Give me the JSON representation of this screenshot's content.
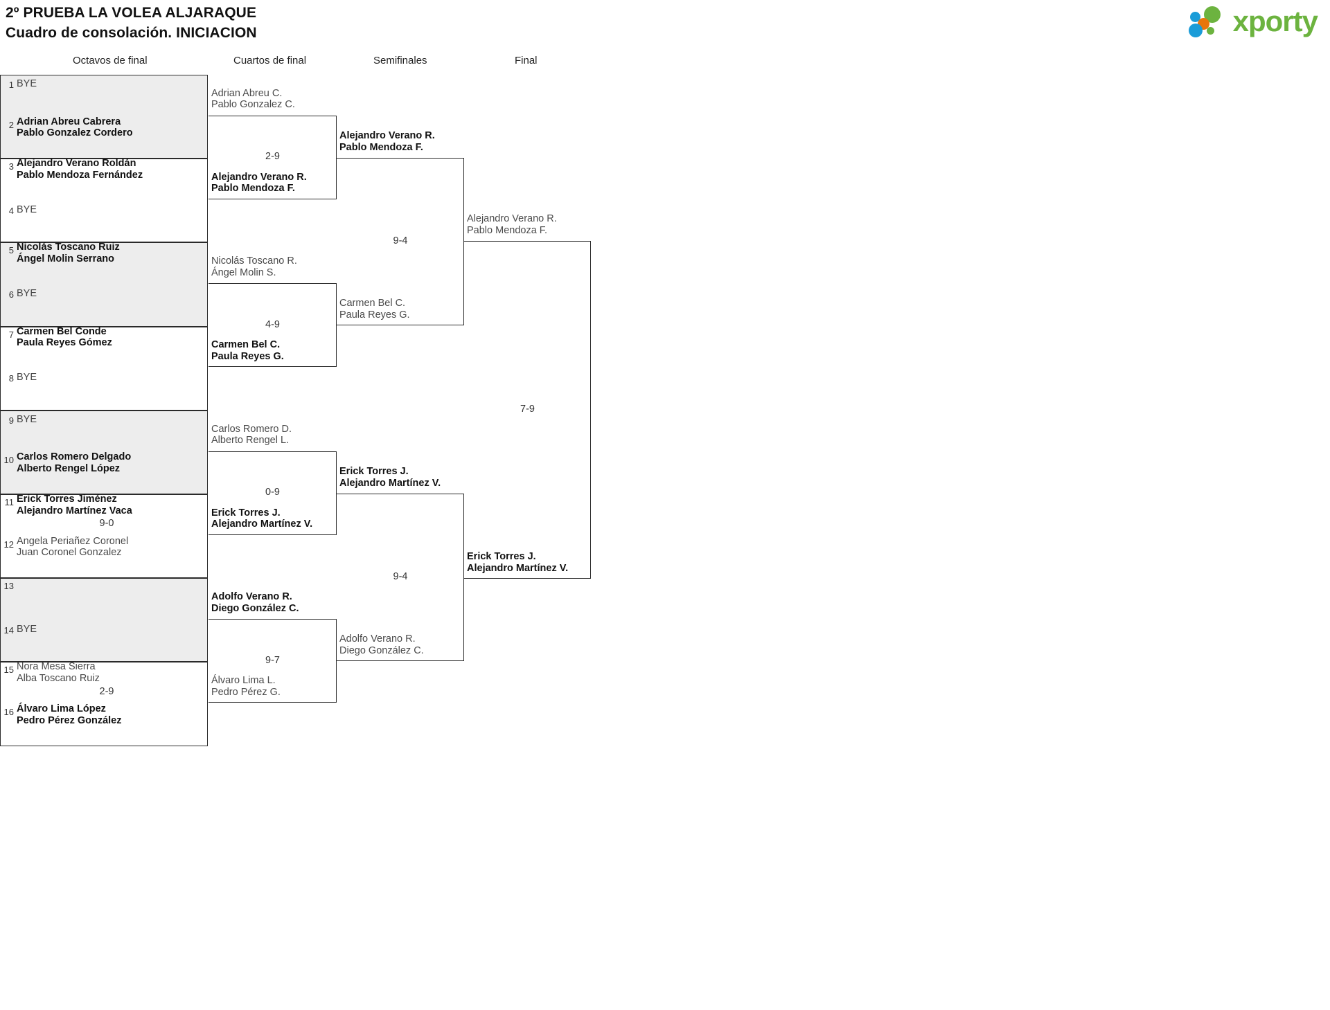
{
  "header": {
    "title_line1": "2º PRUEBA LA VOLEA ALJARAQUE",
    "title_line2": "Cuadro de consolación. INICIACION",
    "logo_text": "xporty"
  },
  "rounds": [
    {
      "label": "Octavos de final"
    },
    {
      "label": "Cuartos de final"
    },
    {
      "label": "Semifinales"
    },
    {
      "label": "Final"
    }
  ],
  "bye_label": "BYE",
  "r1": {
    "entries": [
      {
        "seed": "1",
        "bye": true,
        "p1": "",
        "p2": "",
        "state": "bye"
      },
      {
        "seed": "2",
        "bye": false,
        "p1": "Adrian Abreu Cabrera",
        "p2": "Pablo Gonzalez Cordero",
        "state": "win"
      },
      {
        "seed": "3",
        "bye": false,
        "p1": "Alejandro Verano Roldán",
        "p2": "Pablo Mendoza Fernández",
        "state": "win"
      },
      {
        "seed": "4",
        "bye": true,
        "p1": "",
        "p2": "",
        "state": "bye"
      },
      {
        "seed": "5",
        "bye": false,
        "p1": "Nicolás Toscano Ruiz",
        "p2": "Ángel Molin Serrano",
        "state": "win"
      },
      {
        "seed": "6",
        "bye": true,
        "p1": "",
        "p2": "",
        "state": "bye"
      },
      {
        "seed": "7",
        "bye": false,
        "p1": "Carmen Bel Conde",
        "p2": "Paula Reyes Gómez",
        "state": "win"
      },
      {
        "seed": "8",
        "bye": true,
        "p1": "",
        "p2": "",
        "state": "bye"
      },
      {
        "seed": "9",
        "bye": true,
        "p1": "",
        "p2": "",
        "state": "bye"
      },
      {
        "seed": "10",
        "bye": false,
        "p1": "Carlos Romero Delgado",
        "p2": "Alberto Rengel López",
        "state": "win"
      },
      {
        "seed": "11",
        "bye": false,
        "p1": "Erick Torres Jiménez",
        "p2": "Alejandro Martínez Vaca",
        "state": "win"
      },
      {
        "seed": "12",
        "bye": false,
        "p1": "Angela Periañez Coronel",
        "p2": "Juan Coronel Gonzalez",
        "state": "lose"
      },
      {
        "seed": "13",
        "bye": false,
        "p1": "",
        "p2": "",
        "state": "empty"
      },
      {
        "seed": "14",
        "bye": true,
        "p1": "",
        "p2": "",
        "state": "bye"
      },
      {
        "seed": "15",
        "bye": false,
        "p1": "Nora Mesa Sierra",
        "p2": "Alba Toscano Ruiz",
        "state": "lose"
      },
      {
        "seed": "16",
        "bye": false,
        "p1": "Álvaro Lima López",
        "p2": "Pedro Pérez González",
        "state": "win"
      }
    ],
    "scores": [
      {
        "after_index": 11,
        "value": "9-0"
      },
      {
        "after_index": 15,
        "value": "2-9"
      }
    ]
  },
  "r2": {
    "matches": [
      {
        "top": {
          "p1": "Adrian Abreu C.",
          "p2": "Pablo Gonzalez C.",
          "state": "lose"
        },
        "bot": {
          "p1": "Alejandro Verano R.",
          "p2": "Pablo Mendoza F.",
          "state": "win"
        },
        "score": "2-9"
      },
      {
        "top": {
          "p1": "Nicolás Toscano R.",
          "p2": "Ángel Molin S.",
          "state": "lose"
        },
        "bot": {
          "p1": "Carmen Bel C.",
          "p2": "Paula Reyes G.",
          "state": "win"
        },
        "score": "4-9"
      },
      {
        "top": {
          "p1": "Carlos Romero D.",
          "p2": "Alberto Rengel L.",
          "state": "lose"
        },
        "bot": {
          "p1": "Erick Torres J.",
          "p2": "Alejandro Martínez V.",
          "state": "win"
        },
        "score": "0-9"
      },
      {
        "top": {
          "p1": "Adolfo Verano R.",
          "p2": "Diego González C.",
          "state": "win"
        },
        "bot": {
          "p1": "Álvaro Lima L.",
          "p2": "Pedro Pérez G.",
          "state": "lose"
        },
        "score": "9-7"
      }
    ]
  },
  "r3": {
    "matches": [
      {
        "top": {
          "p1": "Alejandro Verano R.",
          "p2": "Pablo Mendoza F.",
          "state": "win"
        },
        "bot": {
          "p1": "Carmen Bel C.",
          "p2": "Paula Reyes G.",
          "state": "lose"
        },
        "score": "9-4"
      },
      {
        "top": {
          "p1": "Erick Torres J.",
          "p2": "Alejandro Martínez V.",
          "state": "win"
        },
        "bot": {
          "p1": "Adolfo Verano R.",
          "p2": "Diego González C.",
          "state": "lose"
        },
        "score": "9-4"
      }
    ]
  },
  "r4": {
    "matches": [
      {
        "top": {
          "p1": "Alejandro Verano R.",
          "p2": "Pablo Mendoza F.",
          "state": "lose"
        },
        "bot": {
          "p1": "Erick Torres J.",
          "p2": "Alejandro Martínez V.",
          "state": "win"
        },
        "score": "7-9"
      }
    ]
  }
}
